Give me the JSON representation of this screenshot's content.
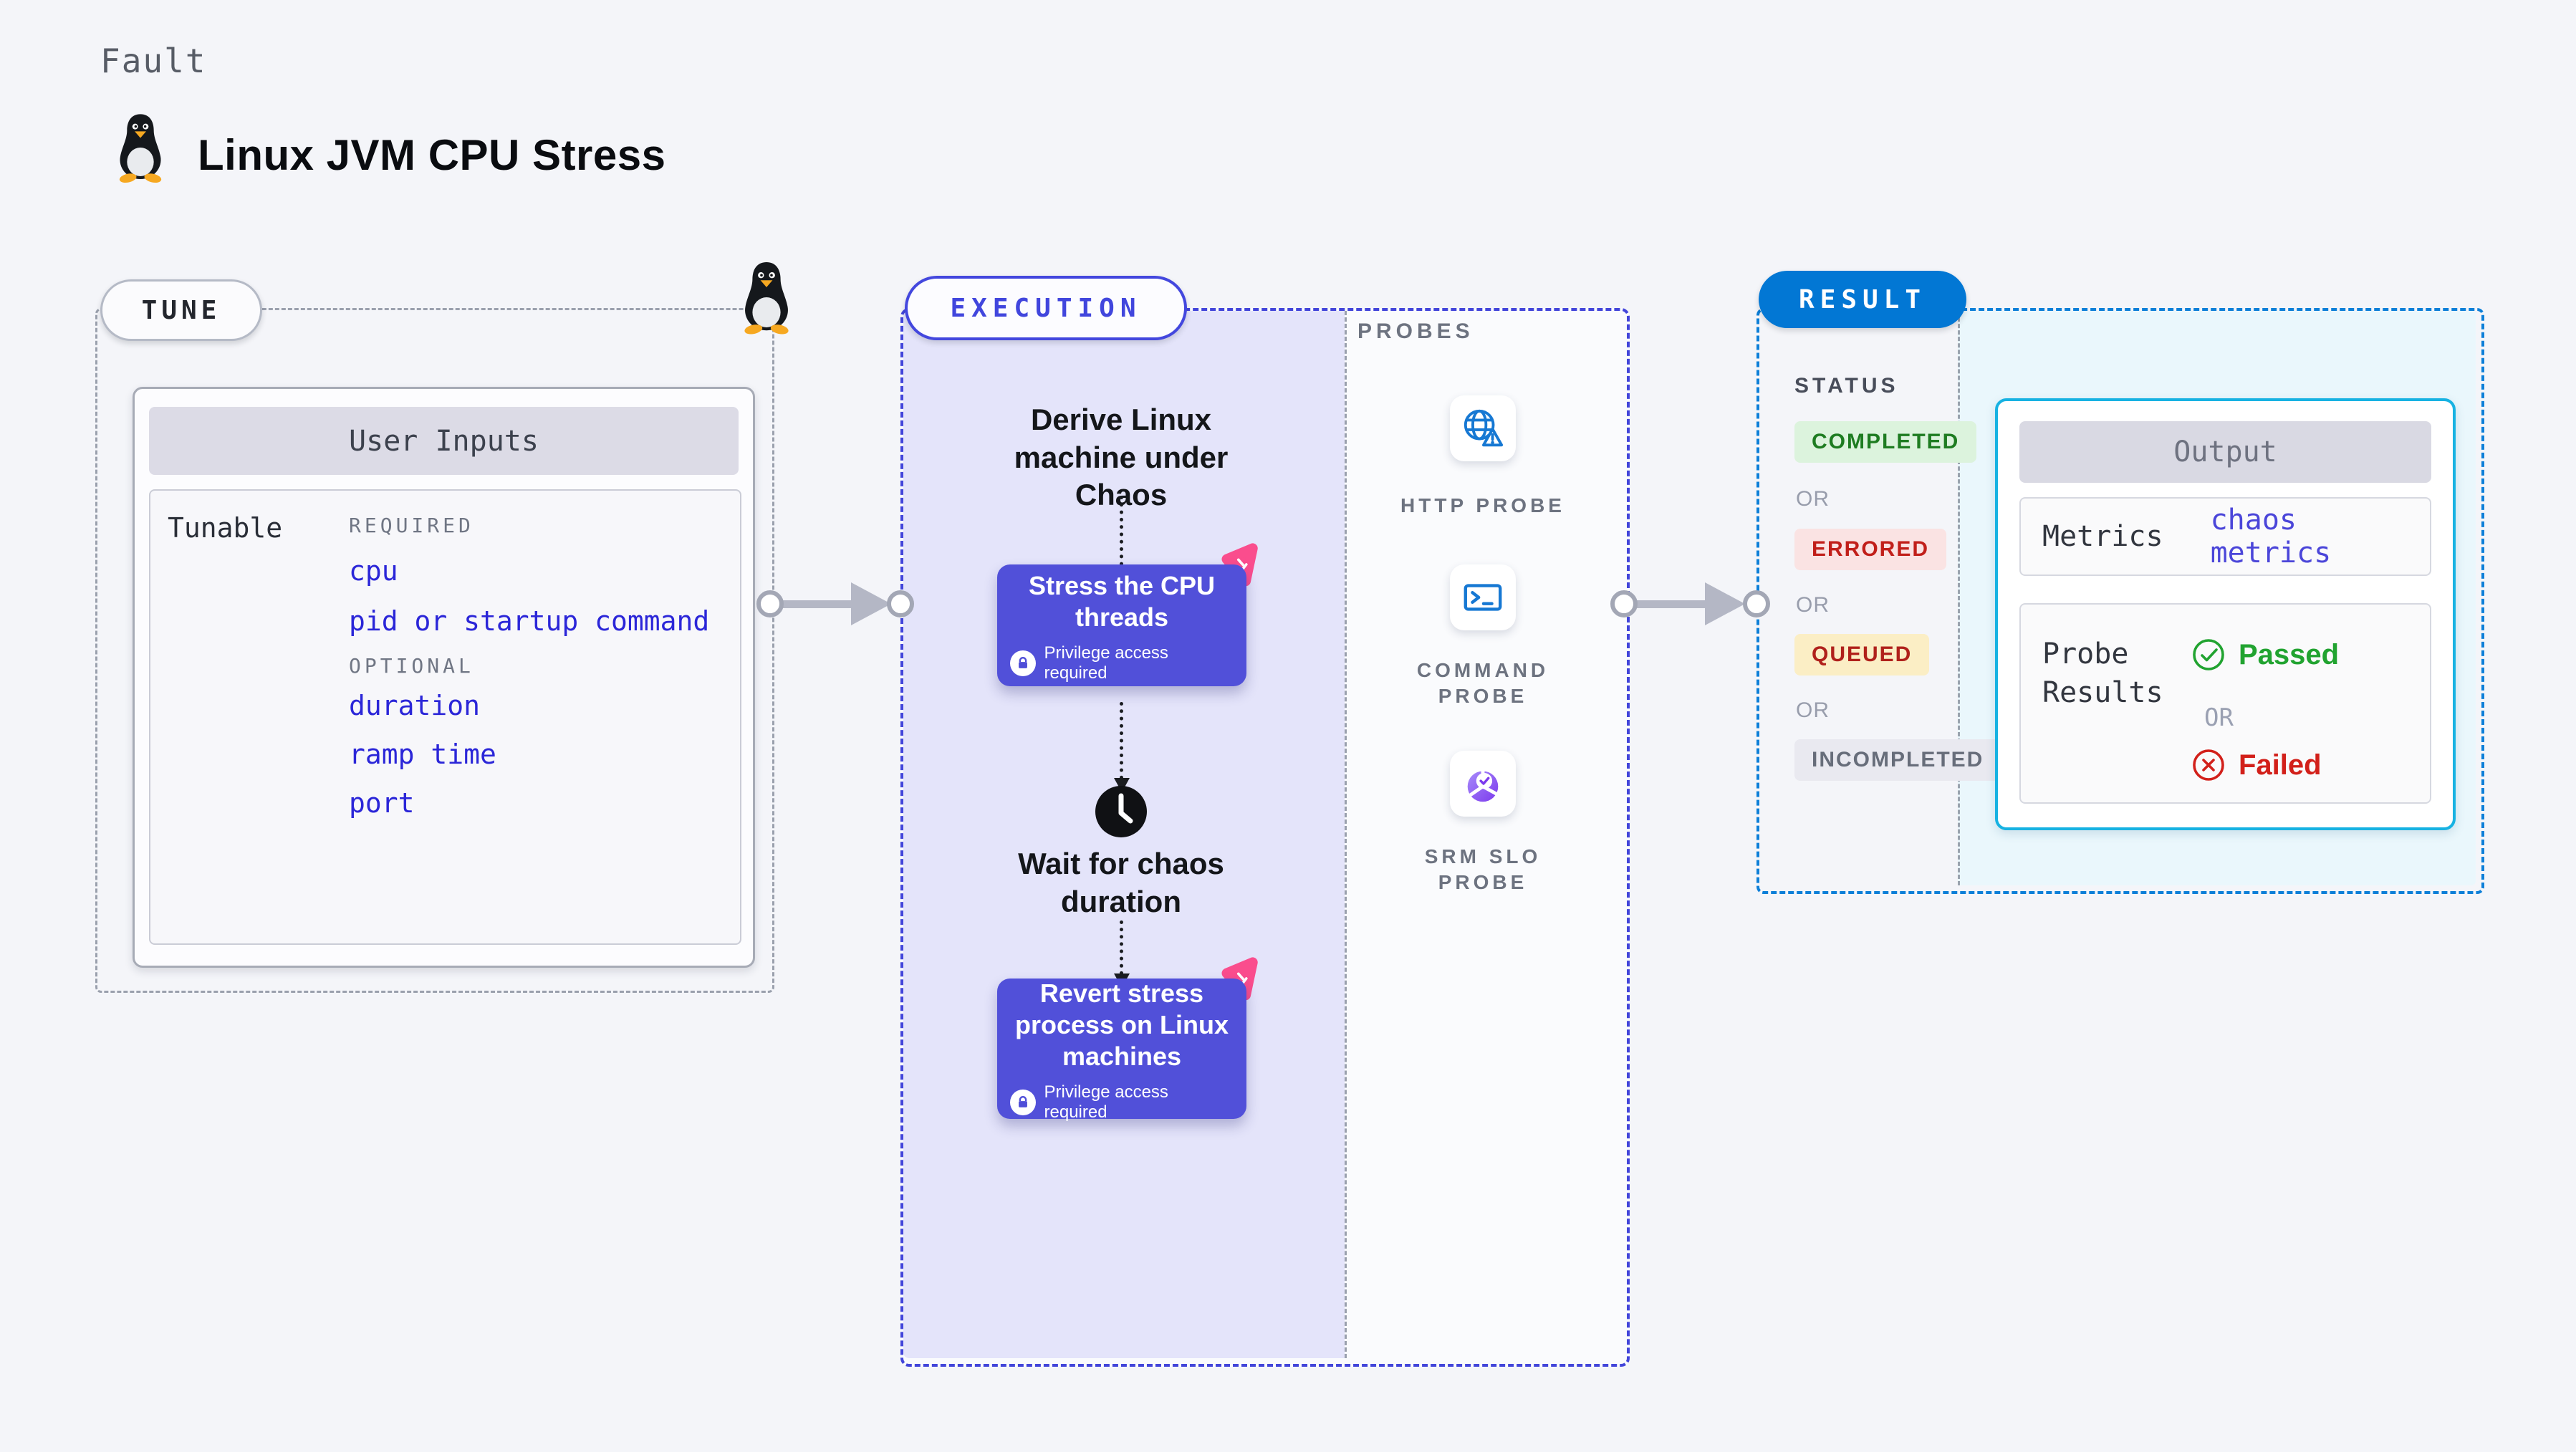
{
  "page": {
    "kicker": "Fault",
    "title": "Linux JVM CPU Stress"
  },
  "tune": {
    "badge": "TUNE",
    "card_title": "User Inputs",
    "row_label": "Tunable",
    "required_label": "REQUIRED",
    "required_items": [
      "cpu",
      "pid or startup command"
    ],
    "optional_label": "OPTIONAL",
    "optional_items": [
      "duration",
      "ramp time",
      "port"
    ]
  },
  "execution": {
    "badge": "EXECUTION",
    "step_derive": "Derive Linux machine under Chaos",
    "stress_card": {
      "title": "Stress the CPU threads",
      "note": "Privilege access required"
    },
    "wait_step": "Wait for chaos duration",
    "revert_card": {
      "title": "Revert stress process on Linux machines",
      "note": "Privilege access required"
    }
  },
  "probes": {
    "label": "PROBES",
    "items": [
      {
        "name": "HTTP PROBE",
        "icon": "globe-alert-icon"
      },
      {
        "name": "COMMAND PROBE",
        "icon": "terminal-icon"
      },
      {
        "name": "SRM SLO PROBE",
        "icon": "slo-pie-icon"
      }
    ]
  },
  "result": {
    "badge": "RESULT",
    "status_label": "STATUS",
    "or_label": "OR",
    "statuses": [
      {
        "label": "COMPLETED",
        "fg": "#1e7c21",
        "bg": "#dcf3dd"
      },
      {
        "label": "ERRORED",
        "fg": "#c11f1a",
        "bg": "#fae3e3"
      },
      {
        "label": "QUEUED",
        "fg": "#b0211b",
        "bg": "#fbeec5"
      },
      {
        "label": "INCOMPLETED",
        "fg": "#676d7a",
        "bg": "#e9e9f0"
      }
    ],
    "output": {
      "title": "Output",
      "metrics_label": "Metrics",
      "metrics_value": "chaos metrics",
      "probe_results_label": "Probe Results",
      "passed_label": "Passed",
      "or_label": "OR",
      "failed_label": "Failed"
    }
  },
  "colors": {
    "page_bg": "#f4f5f9",
    "violet_panel": "#e4e4fa",
    "execution_border": "#4245da",
    "tune_border": "#9aa0ad",
    "result_border": "#0d7fd8",
    "result_panel": "#eaf7fc",
    "output_border": "#17b2e2",
    "node_card": "#5150d9",
    "chaos_pink": "#fa4d8d",
    "probe_icon_blue": "#1678d3",
    "passed_green": "#21a330",
    "failed_red": "#d2201a",
    "tunable_blue": "#2b26d8"
  }
}
